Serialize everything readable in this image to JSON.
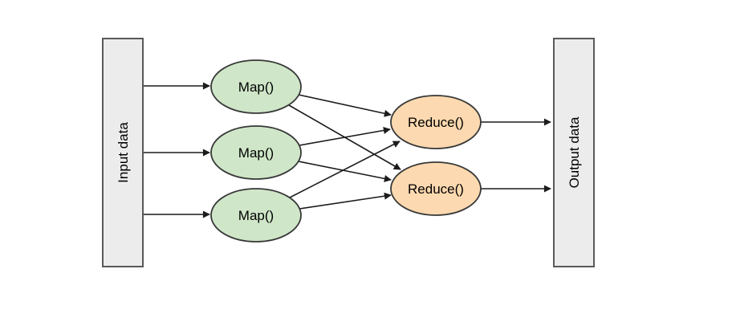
{
  "diagram": {
    "input": {
      "label": "Input data"
    },
    "maps": [
      {
        "label": "Map()"
      },
      {
        "label": "Map()"
      },
      {
        "label": "Map()"
      }
    ],
    "reduces": [
      {
        "label": "Reduce()"
      },
      {
        "label": "Reduce()"
      }
    ],
    "output": {
      "label": "Output data"
    }
  },
  "colors": {
    "background": "#ffffff",
    "data_fill": "#ececec",
    "data_border": "#595959",
    "map_fill": "#cfe7c8",
    "reduce_fill": "#fcd9b0",
    "node_border": "#383838",
    "edge": "#1c1c1c",
    "text": "#000000"
  }
}
